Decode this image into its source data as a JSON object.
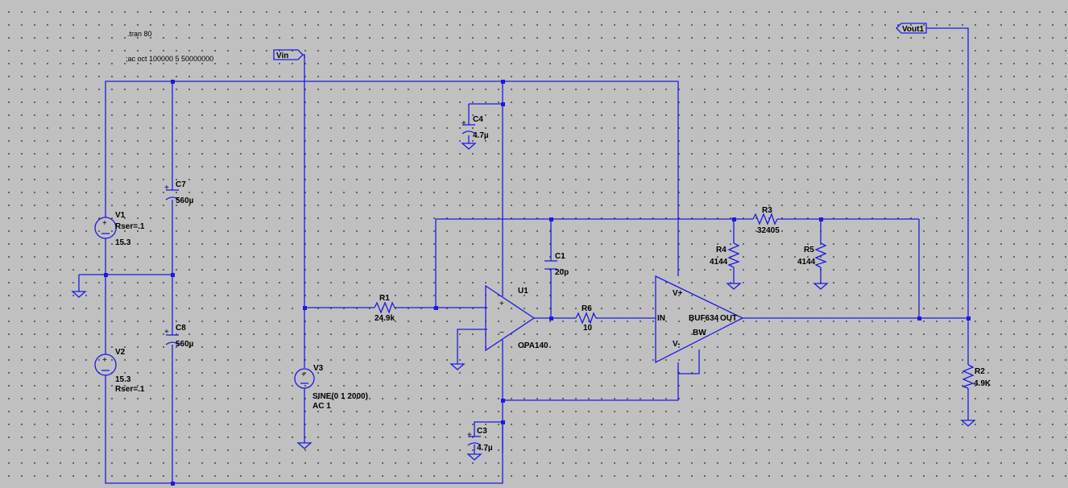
{
  "directives": {
    "tran": ".tran 80",
    "ac": ";ac oct 100000 5 50000000"
  },
  "net_labels": {
    "vin": "Vin",
    "vout": "Vout1"
  },
  "components": {
    "v1": {
      "name": "V1",
      "param": "Rser=.1",
      "value": "15.3"
    },
    "v2": {
      "name": "V2",
      "value": "15.3",
      "param": "Rser=.1"
    },
    "v3": {
      "name": "V3",
      "value": "SINE(0 1 2000)",
      "ac": "AC 1"
    },
    "c7": {
      "name": "C7",
      "value": "560µ"
    },
    "c8": {
      "name": "C8",
      "value": "560µ"
    },
    "c4": {
      "name": "C4",
      "value": "4.7µ"
    },
    "c3": {
      "name": "C3",
      "value": "4.7µ"
    },
    "c1": {
      "name": "C1",
      "value": "20p"
    },
    "r1": {
      "name": "R1",
      "value": "24.9k"
    },
    "r6": {
      "name": "R6",
      "value": "10"
    },
    "r3": {
      "name": "R3",
      "value": "32405"
    },
    "r4": {
      "name": "R4",
      "value": "4144"
    },
    "r5": {
      "name": "R5",
      "value": "4144"
    },
    "r2": {
      "name": "R2",
      "value": "4.9K"
    },
    "u1": {
      "name": "U1",
      "model": "OPA140",
      "plus": "+",
      "minus": "−"
    },
    "buf": {
      "model": "BUF634",
      "vp": "V+",
      "vn": "V-",
      "in": "IN",
      "out": "OUT",
      "bw": "BW"
    }
  },
  "colors": {
    "wire": "#1a1ae6",
    "background": "#c0c0c0",
    "text": "#000000"
  }
}
